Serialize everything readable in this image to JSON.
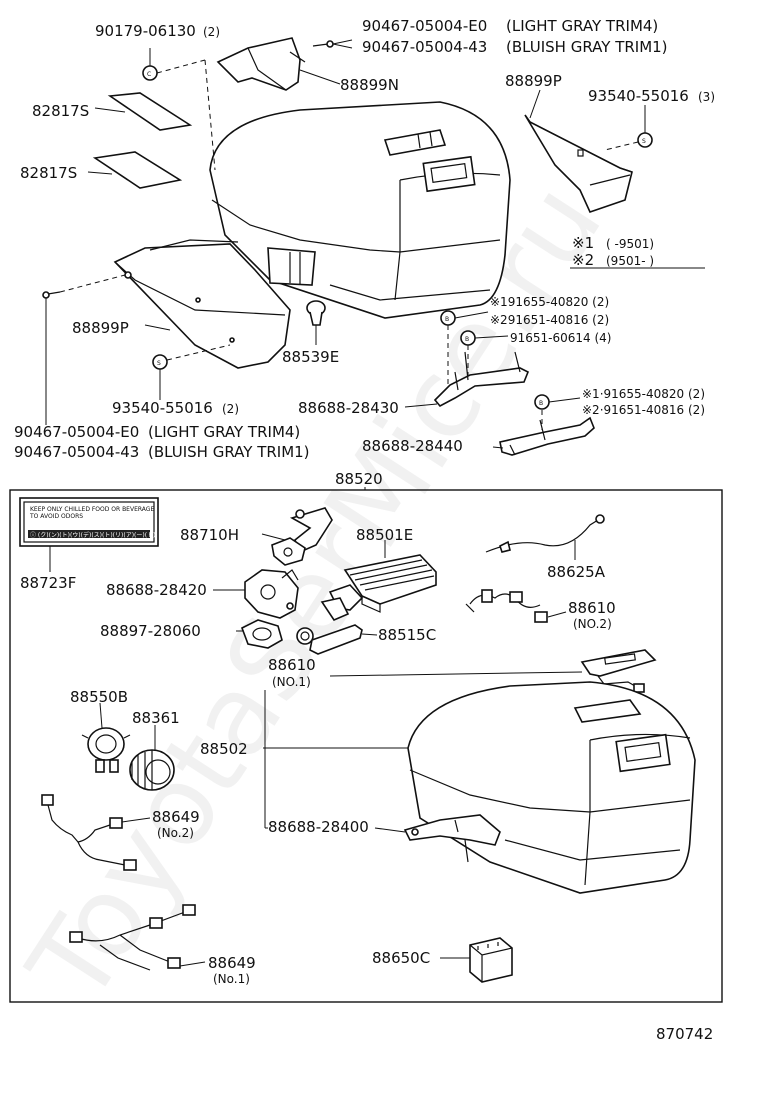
{
  "watermark": "ToyotaSerMice.ru",
  "labels": {
    "p90179": "90179-06130",
    "p90179_qty": "(2)",
    "p90467_e0_top": "90467-05004-E0",
    "p90467_43_top": "90467-05004-43",
    "trim_light": "(LIGHT GRAY TRIM4)",
    "trim_bluish": "(BLUISH GRAY TRIM1)",
    "p88899n": "88899N",
    "p88899p_top": "88899P",
    "p93540_top": "93540-55016",
    "p93540_top_qty": "(3)",
    "p82817s_a": "82817S",
    "p82817s_b": "82817S",
    "note1_mark": "※1",
    "note1_range": "(      -9501)",
    "note2_mark": "※2",
    "note2_range": "(9501-       )",
    "p88899p_left": "88899P",
    "p88539e": "88539E",
    "p91655_a": "※191655-40820 (2)",
    "p91651_a": "※291651-40816 (2)",
    "p91651_60614": "91651-60614 (4)",
    "p93540_bottom": "93540-55016",
    "p93540_bottom_qty": "(2)",
    "p88688_28430": "88688-28430",
    "p91655_b": "※1·91655-40820 (2)",
    "p91651_b": "※2·91651-40816 (2)",
    "p90467_e0_bottom": "90467-05004-E0",
    "trim_light_bottom": "(LIGHT GRAY TRIM4)",
    "p90467_43_bottom": "90467-05004-43",
    "trim_bluish_bottom": "(BLUISH GRAY TRIM1)",
    "p88688_28440": "88688-28440",
    "p88520": "88520",
    "p88710h": "88710H",
    "p88501e": "88501E",
    "p88723f": "88723F",
    "p88625a": "88625A",
    "p88688_28420": "88688-28420",
    "p88610_no2": "88610",
    "no2_a": "(NO.2)",
    "p88897": "88897-28060",
    "p88515c": "88515C",
    "p88610_no1": "88610",
    "no1_a": "(NO.1)",
    "p88550b": "88550B",
    "p88361": "88361",
    "p88502": "88502",
    "p88649_no2": "88649",
    "no2_b": "(No.2)",
    "p88688_28400": "88688-28400",
    "p88650c": "88650C",
    "p88649_no1": "88649",
    "no1_b": "(No.1)",
    "figure_number": "870742",
    "sticker_line1": "KEEP ONLY CHILLED FOOD OR BEVERAGE",
    "sticker_line2": "TO AVOID ODORS",
    "sticker_line3": "ⓘ (ク)(ン)(ト)(ウ)(デ)(ス)(ト)(リ)(ア)(ー)(ト)"
  }
}
